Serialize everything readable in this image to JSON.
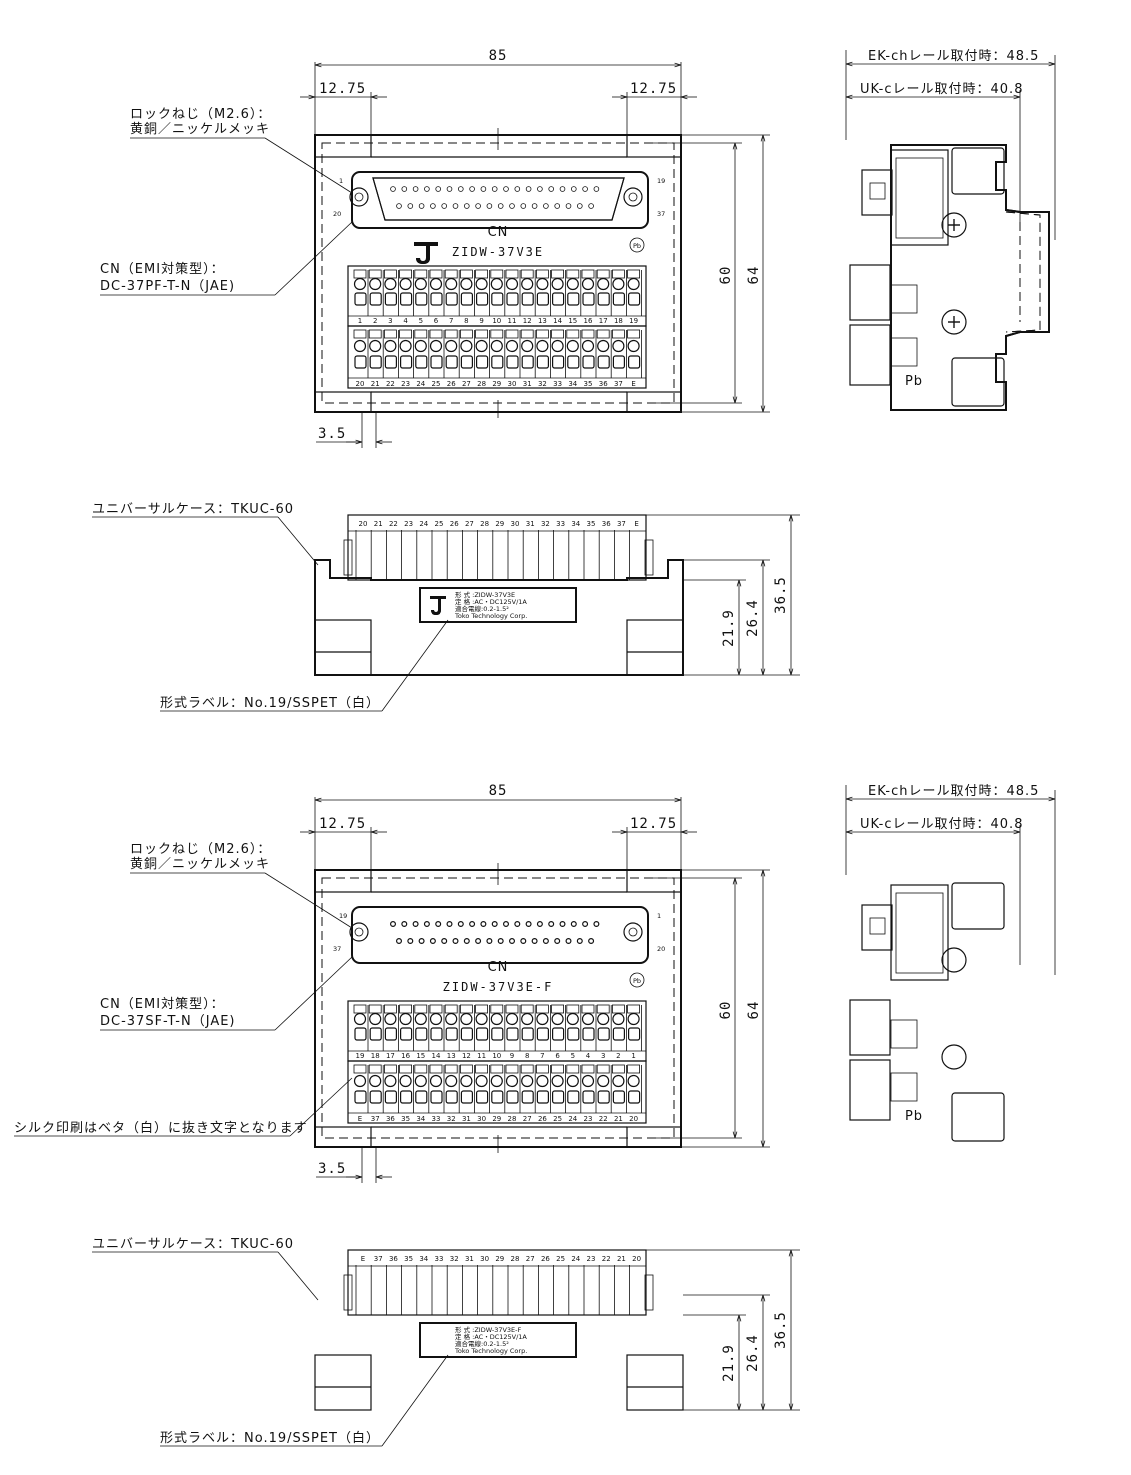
{
  "top": {
    "dims": {
      "width": "85",
      "left_offset": "12.75",
      "right_offset": "12.75",
      "h_inner": "60",
      "h_outer": "64",
      "pitch": "3.5"
    },
    "lock_screw": {
      "line1": "ロックねじ（M2.6）：",
      "line2": "黄銅／ニッケルメッキ"
    },
    "connector": {
      "line1": "CN（EMI対策型）：",
      "line2": "DC-37PF-T-N（JAE)"
    },
    "model": "ZIDW-37V3E",
    "cn_label": "CN",
    "pb_mark": "Pb",
    "pin_marks": {
      "tl": "1",
      "bl": "20",
      "tr": "19",
      "br": "37"
    },
    "terminals_upper": [
      "1",
      "2",
      "3",
      "4",
      "5",
      "6",
      "7",
      "8",
      "9",
      "10",
      "11",
      "12",
      "13",
      "14",
      "15",
      "16",
      "17",
      "18",
      "19"
    ],
    "terminals_lower": [
      "20",
      "21",
      "22",
      "23",
      "24",
      "25",
      "26",
      "27",
      "28",
      "29",
      "30",
      "31",
      "32",
      "33",
      "34",
      "35",
      "36",
      "37",
      "E"
    ],
    "side": {
      "ek": "EK-chレール取付時：48.5",
      "uk": "UK-cレール取付時：40.8"
    },
    "front": {
      "case": "ユニバーサルケース：TKUC-60",
      "label": "形式ラベル：No.19/SSPET（白）",
      "h1": "21.9",
      "h2": "26.4",
      "h3": "36.5",
      "top_terminals": [
        "20",
        "21",
        "22",
        "23",
        "24",
        "25",
        "26",
        "27",
        "28",
        "29",
        "30",
        "31",
        "32",
        "33",
        "34",
        "35",
        "36",
        "37",
        "E"
      ],
      "plate": [
        "形 式 :ZIDW-37V3E",
        "定 格 :AC・DC125V/1A",
        "適合電線:0.2-1.5²",
        "Toko Technology Corp."
      ]
    }
  },
  "bottom": {
    "dims": {
      "width": "85",
      "left_offset": "12.75",
      "right_offset": "12.75",
      "h_inner": "60",
      "h_outer": "64",
      "pitch": "3.5"
    },
    "lock_screw": {
      "line1": "ロックねじ（M2.6）：",
      "line2": "黄銅／ニッケルメッキ"
    },
    "connector": {
      "line1": "CN（EMI対策型）：",
      "line2": "DC-37SF-T-N（JAE)"
    },
    "silk_note": "シルク印刷はベタ（白）に抜き文字となります",
    "model": "ZIDW-37V3E-F",
    "cn_label": "CN",
    "pb_mark": "Pb",
    "pin_marks": {
      "tl": "19",
      "bl": "37",
      "tr": "1",
      "br": "20"
    },
    "terminals_upper": [
      "19",
      "18",
      "17",
      "16",
      "15",
      "14",
      "13",
      "12",
      "11",
      "10",
      "9",
      "8",
      "7",
      "6",
      "5",
      "4",
      "3",
      "2",
      "1"
    ],
    "terminals_lower": [
      "E",
      "37",
      "36",
      "35",
      "34",
      "33",
      "32",
      "31",
      "30",
      "29",
      "28",
      "27",
      "26",
      "25",
      "24",
      "23",
      "22",
      "21",
      "20"
    ],
    "side": {
      "ek": "EK-chレール取付時：48.5",
      "uk": "UK-cレール取付時：40.8"
    },
    "front": {
      "case": "ユニバーサルケース：TKUC-60",
      "label": "形式ラベル：No.19/SSPET（白）",
      "h1": "21.9",
      "h2": "26.4",
      "h3": "36.5",
      "top_terminals": [
        "E",
        "37",
        "36",
        "35",
        "34",
        "33",
        "32",
        "31",
        "30",
        "29",
        "28",
        "27",
        "26",
        "25",
        "24",
        "23",
        "22",
        "21",
        "20"
      ],
      "plate": [
        "形 式 :ZIDW-37V3E-F",
        "定 格 :AC・DC125V/1A",
        "適合電線:0.2-1.5²",
        "Toko Technology Corp."
      ]
    }
  }
}
